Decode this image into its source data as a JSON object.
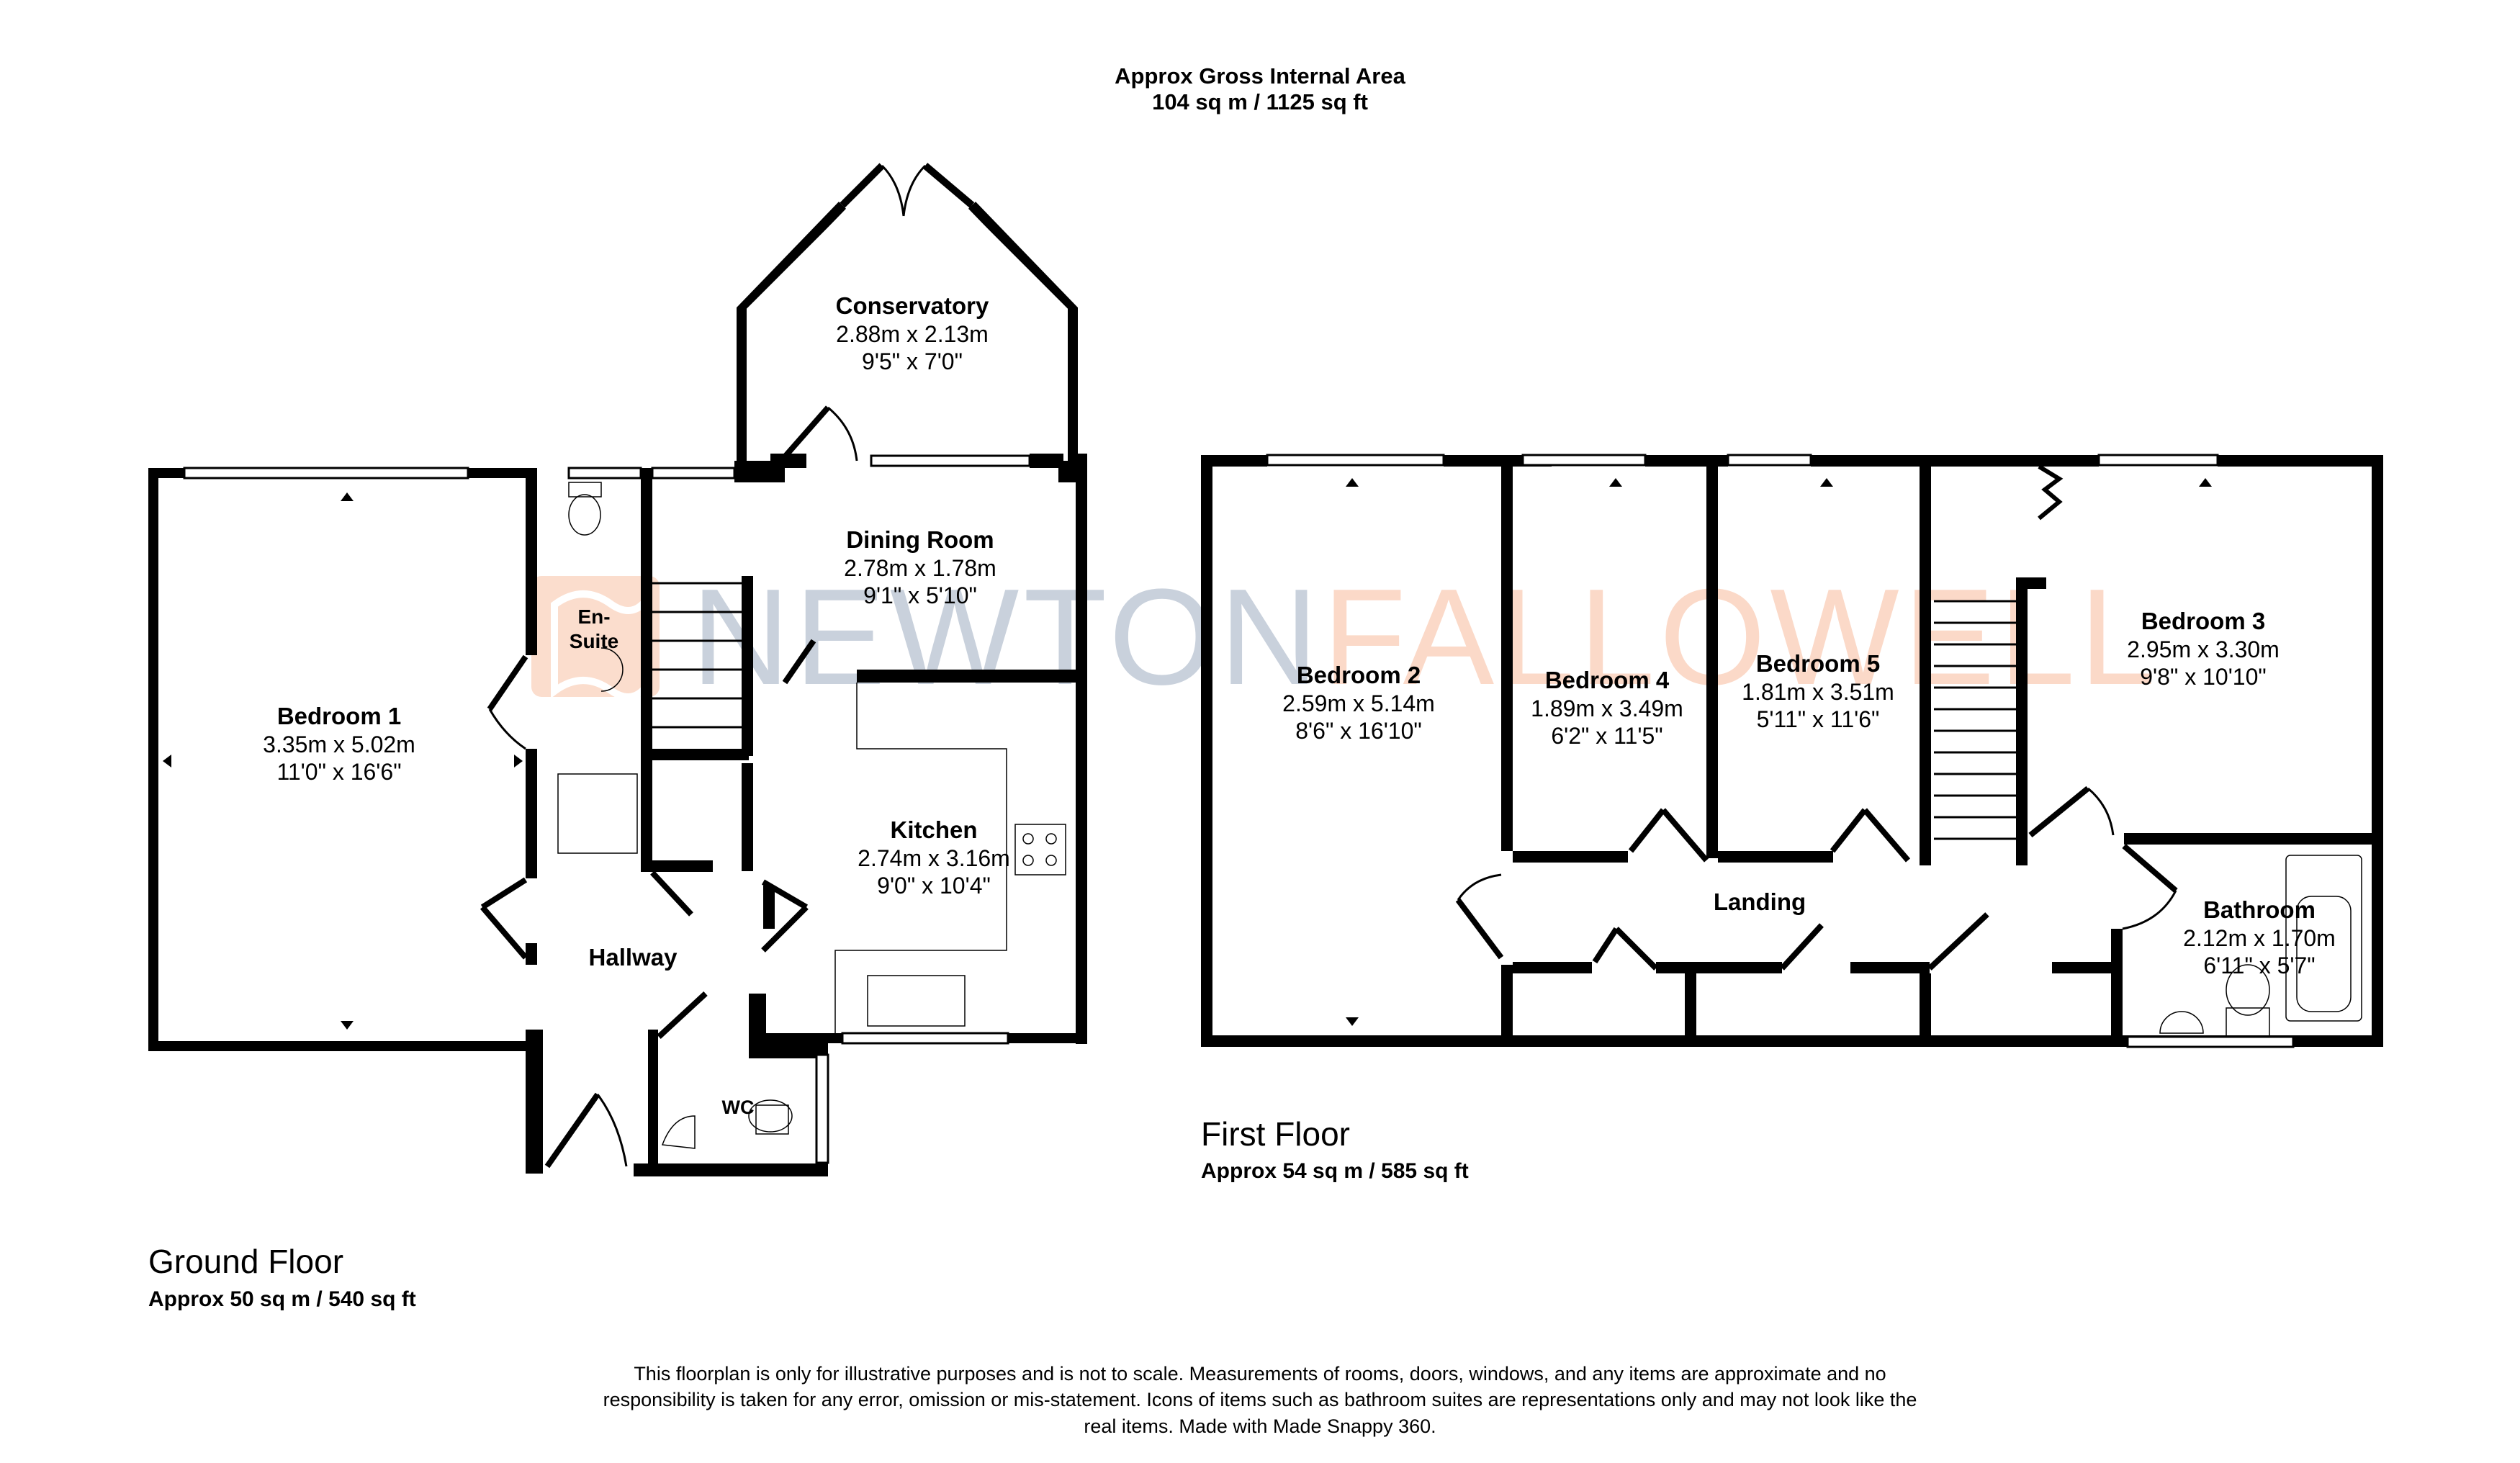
{
  "header": {
    "title": "Approx Gross Internal Area",
    "total_area": "104 sq m / 1125 sq ft"
  },
  "watermark": {
    "part1": "NEWTON",
    "part2": "FALLOWELL",
    "color_part1": "#c9d1dc",
    "color_part2": "#fbd9c8",
    "logo_color": "#fbd9c8"
  },
  "ground_floor": {
    "label": "Ground Floor",
    "area": "Approx 50 sq m / 540 sq ft",
    "rooms": [
      {
        "name": "Conservatory",
        "metric": "2.88m x 2.13m",
        "imperial": "9'5\" x 7'0\""
      },
      {
        "name": "Dining Room",
        "metric": "2.78m x 1.78m",
        "imperial": "9'1\" x 5'10\""
      },
      {
        "name": "Bedroom 1",
        "metric": "3.35m x 5.02m",
        "imperial": "11'0\" x 16'6\""
      },
      {
        "name": "Kitchen",
        "metric": "2.74m x 3.16m",
        "imperial": "9'0\" x 10'4\""
      },
      {
        "name": "En-Suite",
        "name_line1": "En-",
        "name_line2": "Suite"
      },
      {
        "name": "Hallway"
      },
      {
        "name": "WC"
      }
    ]
  },
  "first_floor": {
    "label": "First Floor",
    "area": "Approx 54 sq m / 585 sq ft",
    "rooms": [
      {
        "name": "Bedroom 2",
        "metric": "2.59m x 5.14m",
        "imperial": "8'6\" x 16'10\""
      },
      {
        "name": "Bedroom 4",
        "metric": "1.89m x 3.49m",
        "imperial": "6'2\" x 11'5\""
      },
      {
        "name": "Bedroom 5",
        "metric": "1.81m x 3.51m",
        "imperial": "5'11\" x 11'6\""
      },
      {
        "name": "Bedroom 3",
        "metric": "2.95m x 3.30m",
        "imperial": "9'8\" x 10'10\""
      },
      {
        "name": "Bathroom",
        "metric": "2.12m x 1.70m",
        "imperial": "6'11\" x 5'7\""
      },
      {
        "name": "Landing"
      }
    ]
  },
  "footer": {
    "disclaimer": "This floorplan is only for illustrative purposes and is not to scale. Measurements of rooms, doors, windows, and any items are approximate and no responsibility is taken for any error, omission or mis-statement. Icons of items such as bathroom suites are representations only and may not look like the real items. Made with Made Snappy 360."
  }
}
